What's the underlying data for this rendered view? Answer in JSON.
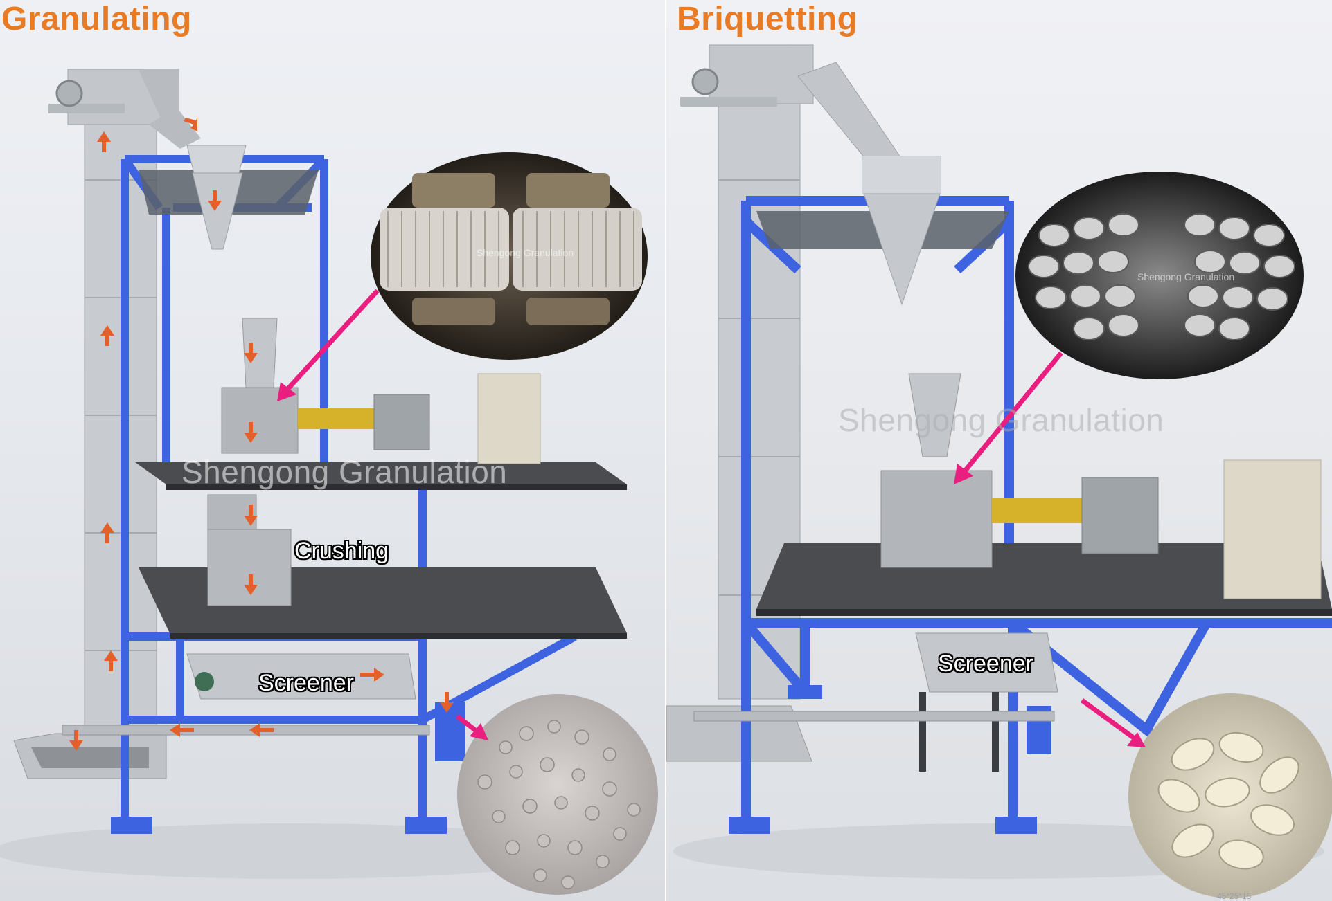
{
  "left_panel": {
    "title": "Granulating",
    "labels": {
      "crushing": "Crushing",
      "screener": "Screener"
    },
    "watermark": "Shengong Granulation",
    "inset_watermark": "Shengong Granulation"
  },
  "right_panel": {
    "title": "Briquetting",
    "labels": {
      "screener": "Screener"
    },
    "watermark": "Shengong Granulation",
    "inset_watermark": "Shengong Granulation",
    "size_caption": "45*25*15"
  },
  "colors": {
    "frame_blue": "#3d63e0",
    "flow_arrow_orange": "#e4602a",
    "pointer_magenta": "#ea1e7e",
    "title_orange": "#e77b26",
    "machine_gray": "#c3c7cc"
  }
}
